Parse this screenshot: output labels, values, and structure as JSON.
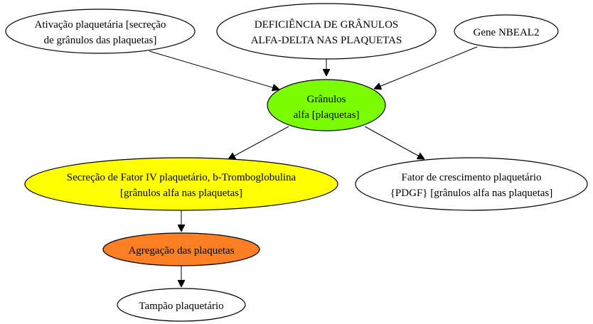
{
  "nodes": {
    "ativacao": {
      "lines": [
        "Ativação plaquetária [secreção",
        "de grânulos das plaquetas]"
      ],
      "fill": "#ffffff"
    },
    "deficiencia": {
      "lines": [
        "DEFICIÊNCIA DE GRÂNULOS",
        "ALFA-DELTA NAS PLAQUETAS"
      ],
      "fill": "#ffffff"
    },
    "gene": {
      "lines": [
        "Gene NBEAL2"
      ],
      "fill": "#ffffff"
    },
    "granulos": {
      "lines": [
        "Grânulos",
        "alfa [plaquetas]"
      ],
      "fill": "#7cfc00"
    },
    "secrecao": {
      "lines": [
        "Secreção de Fator IV plaquetário, b-Tromboglobulina",
        "[grânulos alfa nas plaquetas]"
      ],
      "fill": "#ffff00"
    },
    "fator": {
      "lines": [
        "Fator de crescimento plaquetário",
        "{PDGF} [grânulos alfa nas plaquetas]"
      ],
      "fill": "#ffffff"
    },
    "agregacao": {
      "lines": [
        "Agregação das plaquetas"
      ],
      "fill": "#ff7f24"
    },
    "tampao": {
      "lines": [
        "Tampão plaquetário"
      ],
      "fill": "#ffffff"
    }
  },
  "edges": [
    {
      "from": "ativacao",
      "to": "granulos"
    },
    {
      "from": "deficiencia",
      "to": "granulos"
    },
    {
      "from": "gene",
      "to": "granulos"
    },
    {
      "from": "granulos",
      "to": "secrecao"
    },
    {
      "from": "granulos",
      "to": "fator"
    },
    {
      "from": "secrecao",
      "to": "agregacao"
    },
    {
      "from": "agregacao",
      "to": "tampao"
    }
  ]
}
